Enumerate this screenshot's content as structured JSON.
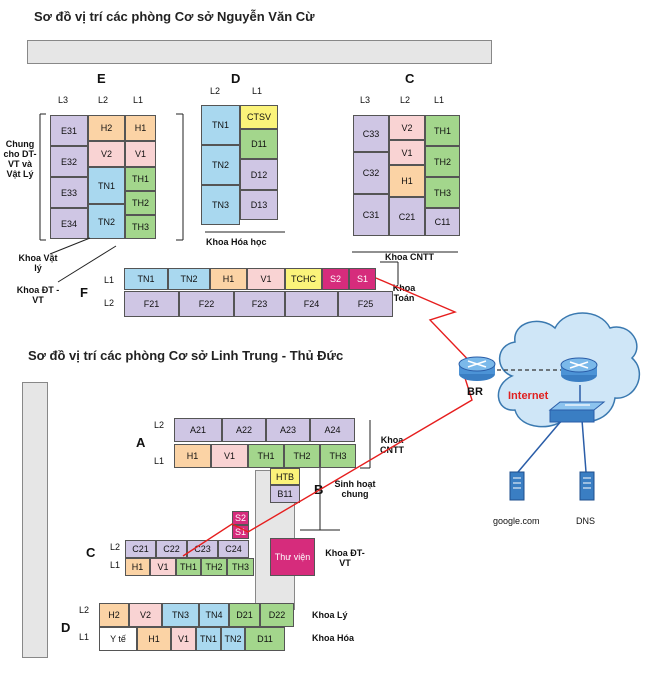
{
  "titles": {
    "nvc": "Sơ đồ vị trí các phòng Cơ sở Nguyễn Văn Cừ",
    "lt": "Sơ đồ vị trí các phòng Cơ sở Linh Trung - Thủ Đức"
  },
  "nvc": {
    "E": {
      "name": "E",
      "level_labels": [
        "L3",
        "L2",
        "L1"
      ],
      "l3": [
        "E31",
        "E32",
        "E33",
        "E34"
      ],
      "l2": [
        "H2",
        "V2",
        "TN1",
        "TN2"
      ],
      "l1": [
        "H1",
        "V1",
        "TH1",
        "TH2",
        "TH3"
      ],
      "side_label": "Chung cho DT-VT và Vật Lý",
      "label_physics": "Khoa Vật lý",
      "label_dtvt": "Khoa ĐT - VT"
    },
    "D": {
      "name": "D",
      "level_labels": [
        "L2",
        "L1"
      ],
      "l2": [
        "TN1",
        "TN2",
        "TN3"
      ],
      "l1": [
        "CTSV",
        "D11",
        "D12",
        "D13"
      ],
      "caption": "Khoa Hóa học"
    },
    "C": {
      "name": "C",
      "level_labels": [
        "L3",
        "L2",
        "L1"
      ],
      "l3": [
        "C33",
        "C32",
        "C31"
      ],
      "l2": [
        "V2",
        "V1",
        "H1",
        "C21"
      ],
      "l1": [
        "TH1",
        "TH2",
        "TH3",
        "C11"
      ],
      "caption": "Khoa CNTT"
    },
    "F": {
      "name": "F",
      "level_labels": [
        "L1",
        "L2"
      ],
      "l1": [
        "TN1",
        "TN2",
        "H1",
        "V1",
        "TCHC",
        "S2",
        "S1"
      ],
      "l2": [
        "F21",
        "F22",
        "F23",
        "F24",
        "F25"
      ],
      "caption": "Khoa Toán"
    }
  },
  "lt": {
    "A": {
      "name": "A",
      "level_labels": [
        "L2",
        "L1"
      ],
      "l2": [
        "A21",
        "A22",
        "A23",
        "A24"
      ],
      "l1": [
        "H1",
        "V1",
        "TH1",
        "TH2",
        "TH3"
      ],
      "caption": "Khoa CNTT"
    },
    "B": {
      "name": "B",
      "rooms": [
        "HTB",
        "B11"
      ],
      "caption": "Sinh hoạt chung"
    },
    "S": [
      "S2",
      "S1"
    ],
    "C": {
      "name": "C",
      "level_labels": [
        "L2",
        "L1"
      ],
      "l2": [
        "C21",
        "C22",
        "C23",
        "C24"
      ],
      "l1": [
        "H1",
        "V1",
        "TH1",
        "TH2",
        "TH3"
      ],
      "library": "Thư viện",
      "caption": "Khoa ĐT-VT"
    },
    "D": {
      "name": "D",
      "level_labels": [
        "L2",
        "L1"
      ],
      "l2": [
        "H2",
        "V2",
        "TN3",
        "TN4",
        "D21",
        "D22"
      ],
      "l1": [
        "Y tế",
        "H1",
        "V1",
        "TN1",
        "TN2",
        "D11"
      ],
      "caption_physics": "Khoa Lý",
      "caption_chem": "Khoa Hóa"
    }
  },
  "network": {
    "router_label": "BR",
    "internet_label": "Internet",
    "google": "google.com",
    "dns": "DNS"
  },
  "colors": {
    "purple": "#cfc6e4",
    "orange": "#fbd3a5",
    "pink": "#f9d3d3",
    "green": "#a3d68c",
    "blue": "#a9d8ef",
    "yellow": "#fbf37a",
    "magenta": "#d62c7c",
    "white": "#ffffff",
    "link_red": "#e61e1e"
  }
}
